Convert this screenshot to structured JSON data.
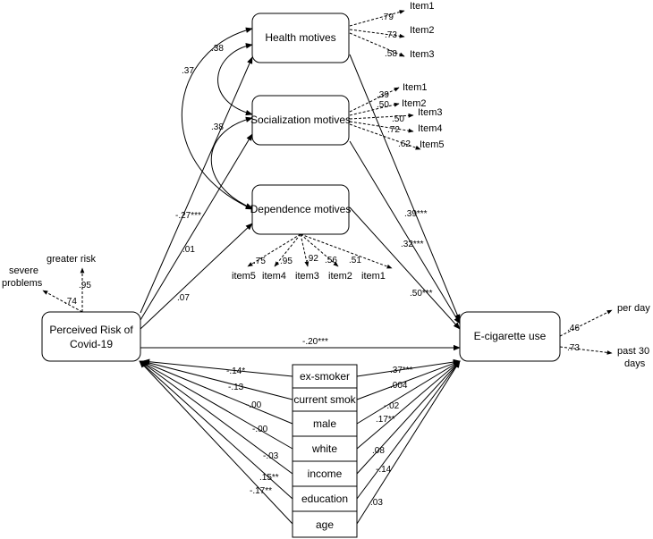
{
  "nodes": {
    "health": "Health motives",
    "socialization": "Socialization motives",
    "dependence": "Dependence motives",
    "risk_line1": "Perceived Risk of",
    "risk_line2": "Covid-19",
    "ecig": "E-cigarette use",
    "covariates": [
      "ex-smoker",
      "current smok",
      "male",
      "white",
      "income",
      "education",
      "age"
    ]
  },
  "indicators": {
    "health": [
      {
        "loading": ".79",
        "item": "Item1"
      },
      {
        "loading": ".73",
        "item": "Item2"
      },
      {
        "loading": ".58",
        "item": "Item3"
      }
    ],
    "socialization": [
      {
        "loading": ".39",
        "item": "Item1"
      },
      {
        "loading": ".50",
        "item": "Item2"
      },
      {
        "loading": ".50",
        "item": "Item3"
      },
      {
        "loading": ".72",
        "item": "Item4"
      },
      {
        "loading": ".62",
        "item": "Item5"
      }
    ],
    "dependence": [
      {
        "loading": ".75",
        "item": "item5"
      },
      {
        "loading": ".95",
        "item": "item4"
      },
      {
        "loading": ".92",
        "item": "item3"
      },
      {
        "loading": ".56",
        "item": "item2"
      },
      {
        "loading": ".51",
        "item": "item1"
      }
    ],
    "risk": [
      {
        "loading": ".74",
        "item_lines": [
          "severe",
          "problems"
        ]
      },
      {
        "loading": ".95",
        "item_lines": [
          "greater risk"
        ]
      }
    ],
    "ecig": [
      {
        "loading": ".46",
        "item_lines": [
          "per day"
        ]
      },
      {
        "loading": ".73",
        "item_lines": [
          "past 30",
          "days"
        ]
      }
    ]
  },
  "correlations": {
    "health_socialization": ".38",
    "health_dependence": ".37",
    "socialization_dependence": ".38"
  },
  "paths": {
    "risk_health": "-.27***",
    "risk_socialization": ".01",
    "risk_dependence": ".07",
    "risk_ecig": "-.20***",
    "health_ecig": ".39***",
    "socialization_ecig": ".32***",
    "dependence_ecig": ".50***",
    "cov_to_risk": [
      "-.14*",
      "-.13",
      "-.00",
      "-.00",
      "-.03",
      ".15**",
      "-.17**"
    ],
    "cov_to_ecig": [
      ".37***",
      ".004",
      "-.02",
      ".17**",
      ".08",
      "-.14",
      ".03"
    ]
  }
}
